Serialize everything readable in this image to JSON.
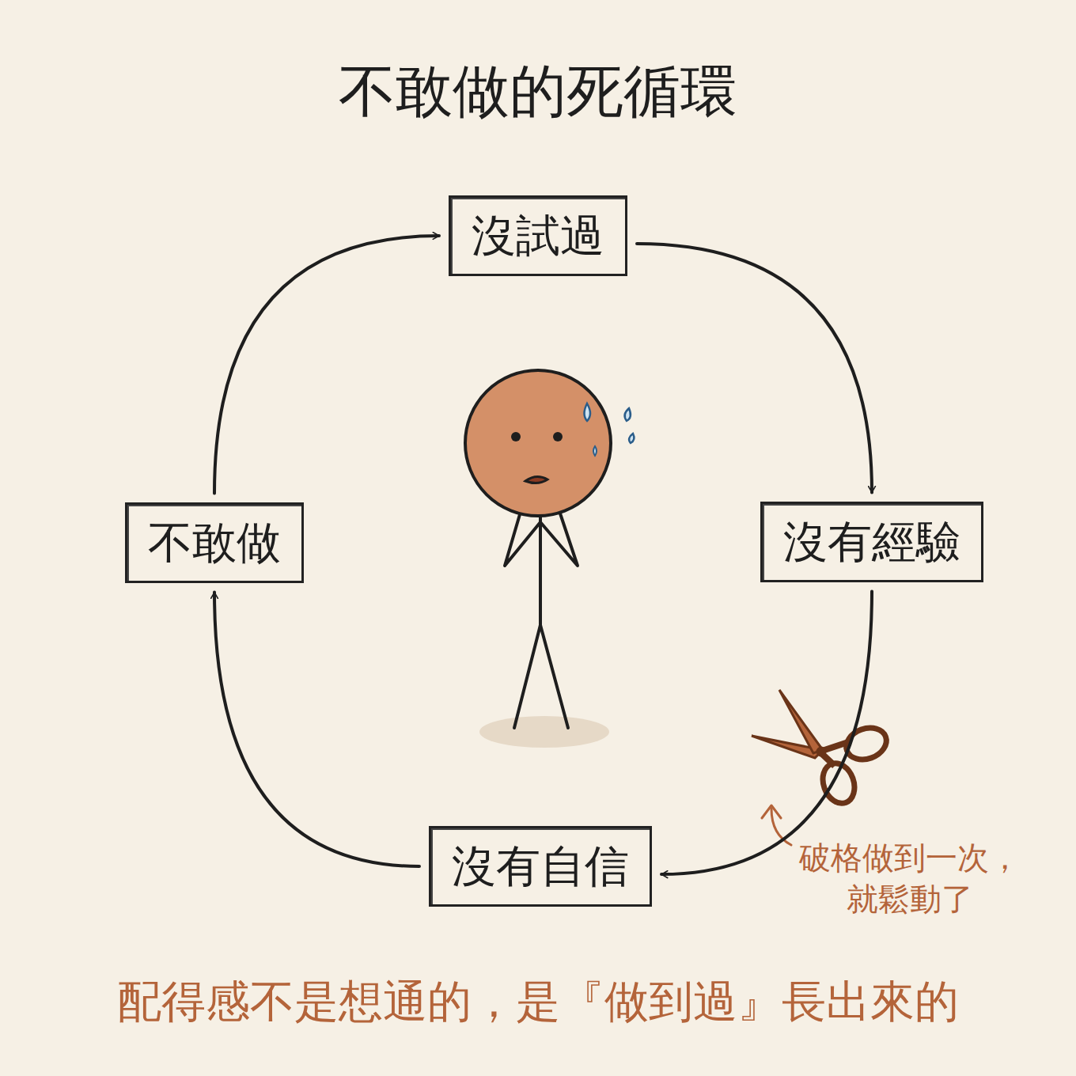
{
  "diagram": {
    "title": "不敢做的死循環",
    "caption": "配得感不是想通的，是『做到過』長出來的",
    "nodes": [
      {
        "text": [
          "沒試過"
        ]
      },
      {
        "text": [
          "沒有經驗"
        ]
      },
      {
        "text": [
          "沒有自信"
        ]
      },
      {
        "text": [
          "不敢做"
        ]
      }
    ],
    "edges": [
      {
        "from": 0,
        "to": 1,
        "arrow": "to"
      },
      {
        "from": 1,
        "to": 2,
        "arrow": "to"
      },
      {
        "from": 2,
        "to": 3,
        "arrow": "to"
      },
      {
        "from": 3,
        "to": 0,
        "arrow": "to"
      }
    ],
    "labels": [
      "破格做到一次， 就鬆動了"
    ]
  }
}
